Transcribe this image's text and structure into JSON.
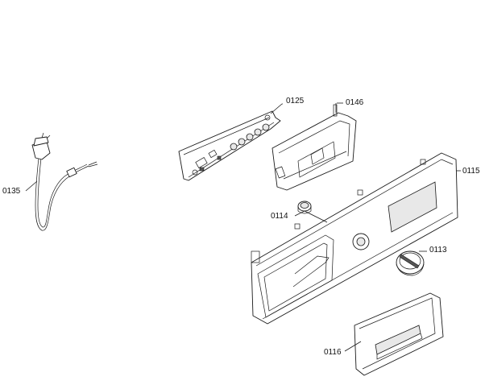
{
  "parts": [
    {
      "id": "p0135",
      "label": "0135"
    },
    {
      "id": "p0125",
      "label": "0125"
    },
    {
      "id": "p0146",
      "label": "0146"
    },
    {
      "id": "p0115",
      "label": "0115"
    },
    {
      "id": "p0114",
      "label": "0114"
    },
    {
      "id": "p0113",
      "label": "0113"
    },
    {
      "id": "p0116",
      "label": "0116"
    }
  ]
}
